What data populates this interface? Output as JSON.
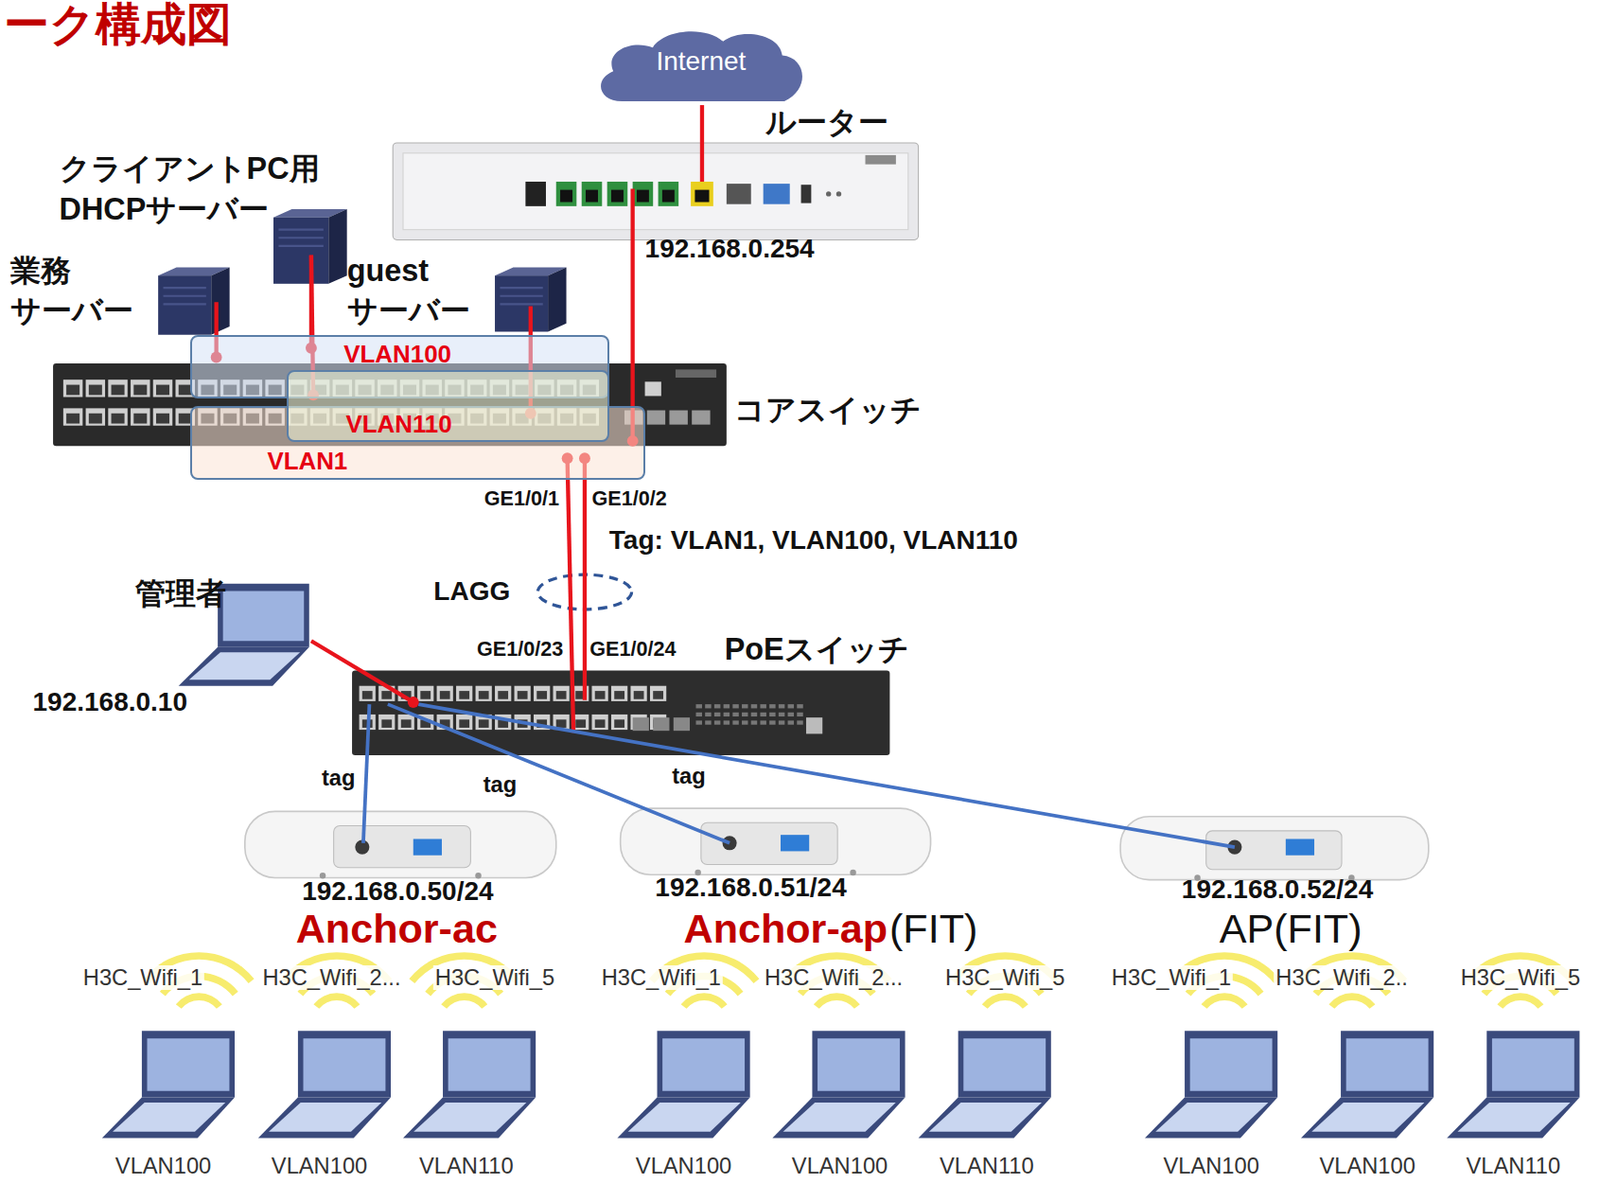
{
  "diagram": {
    "title": "ーク構成図",
    "nodes": [
      {
        "text": [
          "Internet"
        ]
      },
      {
        "text": [
          "ルーター"
        ]
      },
      {
        "text": [
          "クライアントPC用 DHCPサーバー"
        ]
      },
      {
        "text": [
          "業務 サーバー"
        ]
      },
      {
        "text": [
          "guest サーバー"
        ]
      },
      {
        "text": [
          "コアスイッチ"
        ]
      },
      {
        "text": [
          "VLAN100"
        ]
      },
      {
        "text": [
          "VLAN110"
        ]
      },
      {
        "text": [
          "VLAN1"
        ]
      },
      {
        "text": [
          "管理者",
          "192.168.0.10"
        ]
      },
      {
        "text": [
          "PoEスイッチ"
        ]
      },
      {
        "text": [
          "192.168.0.50/24",
          "Anchor-ac"
        ]
      },
      {
        "text": [
          "192.168.0.51/24",
          "Anchor-ap",
          "(FIT)"
        ]
      },
      {
        "text": [
          "192.168.0.52/24",
          "AP(FIT)"
        ]
      }
    ],
    "edges": [
      {
        "from": 0,
        "to": 1,
        "arrow": "none"
      },
      {
        "from": 1,
        "to": 8,
        "arrow": "none"
      },
      {
        "from": 3,
        "to": 6,
        "arrow": "none"
      },
      {
        "from": 2,
        "to": 6,
        "arrow": "none"
      },
      {
        "from": 2,
        "to": 7,
        "arrow": "none"
      },
      {
        "from": 4,
        "to": 7,
        "arrow": "none"
      },
      {
        "from": 8,
        "to": 10,
        "arrow": "none"
      },
      {
        "from": 8,
        "to": 10,
        "arrow": "none"
      },
      {
        "from": 9,
        "to": 10,
        "arrow": "none"
      },
      {
        "from": 10,
        "to": 11,
        "label": "tag",
        "arrow": "none"
      },
      {
        "from": 10,
        "to": 12,
        "label": "tag",
        "arrow": "none"
      },
      {
        "from": 10,
        "to": 13,
        "label": "tag",
        "arrow": "none"
      }
    ],
    "labels": [
      "192.168.0.254",
      "GE1/0/1",
      "GE1/0/2",
      "Tag: VLAN1, VLAN100, VLAN110",
      "LAGG",
      "GE1/0/23",
      "GE1/0/24",
      "H3C_Wifi_1",
      "H3C_Wifi_2...",
      "H3C_Wifi_5",
      "H3C_Wifi_1",
      "H3C_Wifi_2...",
      "H3C_Wifi_5",
      "H3C_Wifi_1",
      "H3C_Wifi_2..",
      "H3C_Wifi_5",
      "VLAN100",
      "VLAN100",
      "VLAN110",
      "VLAN100",
      "VLAN100",
      "VLAN110",
      "VLAN100",
      "VLAN100",
      "VLAN110"
    ]
  }
}
